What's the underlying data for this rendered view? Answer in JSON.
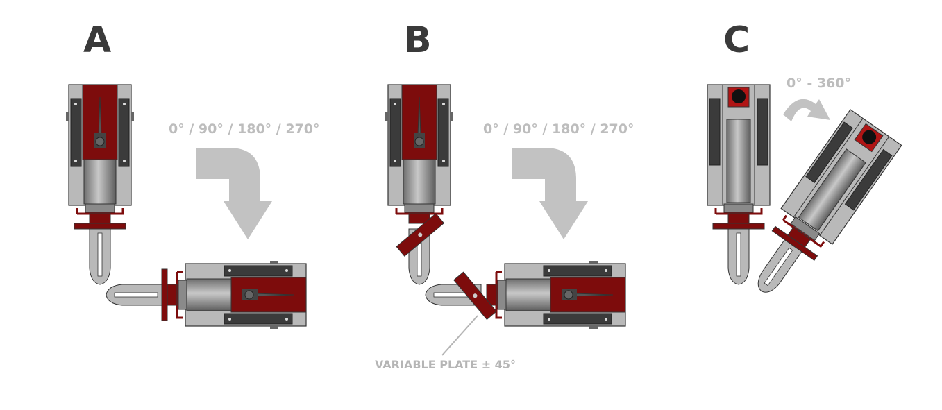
{
  "panels": [
    {
      "label": "A",
      "rotation_text": "0° / 90° / 180° / 270°"
    },
    {
      "label": "B",
      "rotation_text": "0° / 90° / 180° / 270°",
      "annotation": "VARIABLE PLATE ± 45°"
    },
    {
      "label": "C",
      "rotation_text": "0° - 360°"
    }
  ],
  "colors": {
    "housing": "#b9b9b9",
    "red": "#7d0c0c",
    "rail": "#3b3b3b",
    "arrow": "#c2c2c2",
    "label": "#3a3a3a"
  }
}
